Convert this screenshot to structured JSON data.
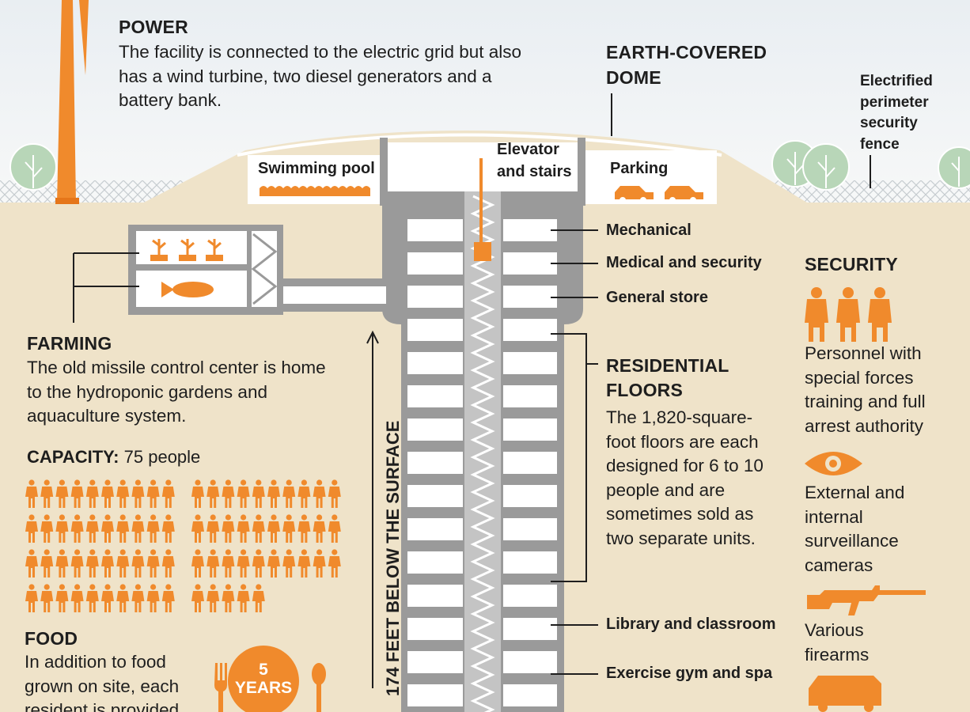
{
  "power": {
    "heading": "POWER",
    "body": "The facility is connected to the electric grid but also has a wind turbine, two diesel generators and a battery bank."
  },
  "dome": {
    "label": "EARTH-COVERED DOME"
  },
  "fence": {
    "label": "Electrified perimeter security fence"
  },
  "surface": {
    "swimming_pool": "Swimming pool",
    "elevator": "Elevator and stairs",
    "parking": "Parking"
  },
  "floors": {
    "mechanical": "Mechanical",
    "medical": "Medical and security",
    "store": "General store",
    "library": "Library and classroom",
    "gym": "Exercise gym and spa"
  },
  "residential": {
    "heading": "RESIDENTIAL FLOORS",
    "body": "The 1,820-square-foot floors are each designed for 6 to 10 people and are sometimes sold as two separate units."
  },
  "farming": {
    "heading": "FARMING",
    "body": "The old missile control center is home to the hydroponic gardens and aquaculture system."
  },
  "capacity": {
    "label": "CAPACITY:",
    "value": "75 people",
    "count": 75
  },
  "food": {
    "heading": "FOOD",
    "body": "In addition to food grown on site, each resident is provided",
    "badge_number": "5",
    "badge_unit": "YEARS"
  },
  "depth": {
    "label": "174 FEET BELOW THE SURFACE"
  },
  "security": {
    "heading": "SECURITY",
    "personnel": "Personnel with special forces training and full arrest authority",
    "cameras": "External and internal surveillance cameras",
    "firearms": "Various firearms"
  },
  "colors": {
    "accent": "#f08a2c",
    "ground": "#efe3c9",
    "sky": "#f3f6f8",
    "structure": "#9a9a9a",
    "interior": "#ffffff",
    "tree": "#b8d6b8"
  },
  "icons": [
    "wind-turbine-icon",
    "tree-icon",
    "fence-icon",
    "car-icon",
    "plant-icon",
    "fish-icon",
    "person-icon",
    "soldier-icon",
    "eye-icon",
    "rifle-icon",
    "armored-vehicle-icon",
    "fork-icon",
    "spoon-icon"
  ]
}
